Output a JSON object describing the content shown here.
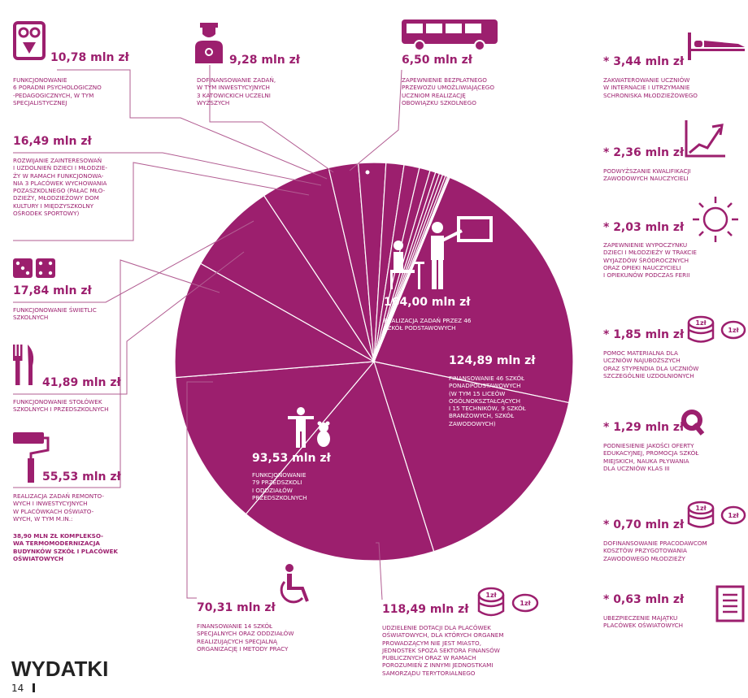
{
  "title": "WYDATKI",
  "page_number": "14",
  "colors": {
    "accent": "#9c1f6e",
    "line": "#b25d92",
    "white": "#ffffff",
    "text_dark": "#222222"
  },
  "chart_data": {
    "type": "pie",
    "currency": "mln zł",
    "slices": [
      {
        "amount": "164,00 mln zł",
        "value": 164.0,
        "desc": "Realizacja zadań przez 46\nszkół podstawowych",
        "icon": "teacher-classroom-icon"
      },
      {
        "amount": "124,89 mln zł",
        "value": 124.89,
        "desc": "Finansowanie 46 szkół\nponadpodstawowych\n(w tym 15 liceów\nogólnokształcących\ni 15 techników, 9 szkół\nbranżowych, szkół\nzawodowych)",
        "icon": ""
      },
      {
        "amount": "118,49 mln zł",
        "value": 118.49,
        "desc": "Udzielenie dotacji dla placówek\noświatowych, dla których organem\nprowadzącym nie jest miasto,\njednostek spoza sektora finansów\npublicznych oraz w ramach\nporozumień z innymi jednostkami\nsamorządu terytorialnego",
        "icon": "coins-icon"
      },
      {
        "amount": "93,53 mln zł",
        "value": 93.53,
        "desc": "Funkcjonowanie\n79 przedszkoli\ni oddziałów\nprzedszkolnych",
        "icon": "child-teddy-icon"
      },
      {
        "amount": "70,31 mln zł",
        "value": 70.31,
        "desc": "Finansowanie 14 szkół\nspecjalnych oraz oddziałów\nrealizujących specjalną\norganizację i metody pracy",
        "icon": "wheelchair-icon"
      },
      {
        "amount": "55,53 mln zł",
        "value": 55.53,
        "desc": "Realizacja zadań remonto-\nwych i inwestycyjnych\nw placówkach oświato-\nwych, w tym m.in.:",
        "desc2": "38,90 mln zł kompleksο-\nwa termomodernizacja\nbudynków szkół i placówek\noświatowych",
        "icon": "paint-roller-icon"
      },
      {
        "amount": "41,89 mln zł",
        "value": 41.89,
        "desc": "Funkcjonowanie stołówek\nszkolnych i przedszkolnych",
        "icon": "fork-knife-icon"
      },
      {
        "amount": "17,84 mln zł",
        "value": 17.84,
        "desc": "Funkcjonowanie świetlic\nszkolnych",
        "icon": "dice-icon"
      },
      {
        "amount": "16,49 mln zł",
        "value": 16.49,
        "desc": "Rozwijanie zainteresowań\ni uzdolnień dzieci i młodzie-\nży w ramach funkcjonowa-\nnia 3 placówek wychowania\npozaszkolnego (Pałac Mło-\ndzieży, Młodzieżowy Dom\nKultury i Międzyszkolny\nOśrodek Sportowy)",
        "icon": ""
      },
      {
        "amount": "10,78 mln zł",
        "value": 10.78,
        "desc": "Funkcjonowanie\n6 poradni psychologiczno\n-pedagogicznych, w tym\nspecjalistycznej",
        "icon": "owl-icon"
      },
      {
        "amount": "9,28 mln zł",
        "value": 9.28,
        "desc": "Dofinansowanie zadań,\nw tym inwestycyjnych\n3 katowickich uczelni\nwyższych",
        "icon": "graduate-icon"
      },
      {
        "amount": "6,50 mln zł",
        "value": 6.5,
        "desc": "Zapewnienie bezpłatnego\nprzewozu umożliwiającego\nuczniom realizację\nobowiązku szkolnego",
        "icon": "bus-icon"
      },
      {
        "amount": "* 3,44 mln zł",
        "value": 3.44,
        "desc": "Zakwaterowanie uczniów\nw internacie i utrzymanie\nschroniska młodzieżowego",
        "icon": "bed-icon"
      },
      {
        "amount": "* 2,36 mln zł",
        "value": 2.36,
        "desc": "Podwyższanie kwalifikacji\nzawodowych nauczycieli",
        "icon": "rising-chart-icon"
      },
      {
        "amount": "* 2,03 mln zł",
        "value": 2.03,
        "desc": "Zapewnienie wypoczynku\ndzieci i młodzieży w trakcie\nwyjazdów śródrocznych\noraz opieki nauczycieli\ni opiekunów podczas ferii",
        "icon": "sun-icon"
      },
      {
        "amount": "* 1,85 mln zł",
        "value": 1.85,
        "desc": "Pomoc materialna dla\nuczniów najuboższych\noraz stypendia dla uczniów\nszczególnie uzdolnionych",
        "icon": "coins-icon"
      },
      {
        "amount": "* 1,29 mln zł",
        "value": 1.29,
        "desc": "Podniesienie jakości oferty\nedukacyjnej, promocja szkół\nmiejskich, nauka pływania\ndla uczniów klas III",
        "icon": "q-letter-icon"
      },
      {
        "amount": "* 0,70 mln zł",
        "value": 0.7,
        "desc": "Dofinansowanie pracodawcom\nkosztów przygotowania\nzawodowego młodzieży",
        "icon": "coins-icon"
      },
      {
        "amount": "* 0,63 mln zł",
        "value": 0.63,
        "desc": "Ubezpieczenie majątku\nplacówek oświatowych",
        "icon": "document-icon"
      }
    ],
    "coin_label": "1zł"
  }
}
